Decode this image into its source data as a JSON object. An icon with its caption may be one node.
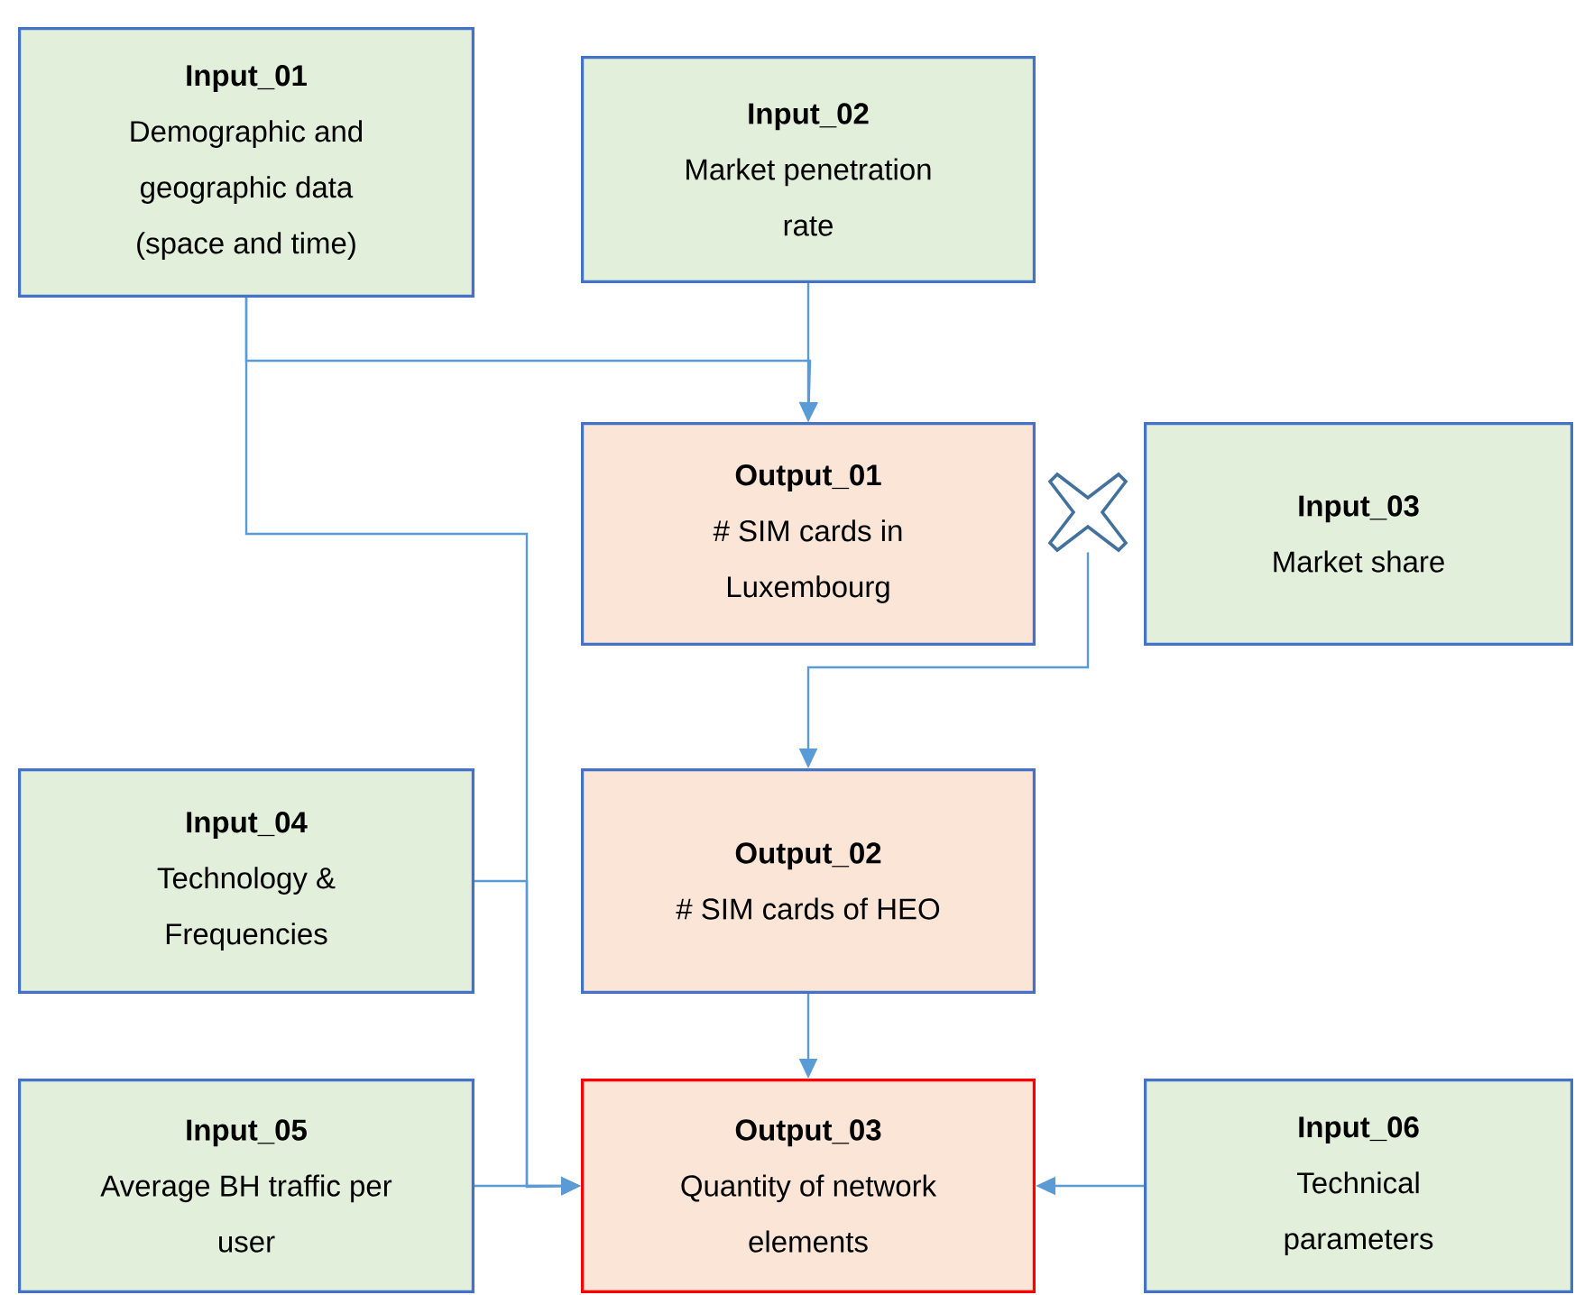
{
  "diagram": {
    "nodes": [
      {
        "text": [
          "Input_01",
          "Demographic and geographic data (space and time)"
        ]
      },
      {
        "text": [
          "Input_02",
          "Market penetration rate"
        ]
      },
      {
        "text": [
          "Output_01",
          "# SIM cards in Luxembourg"
        ]
      },
      {
        "text": [],
        "shape": "cross"
      },
      {
        "text": [
          "Input_03",
          "Market share"
        ]
      },
      {
        "text": [
          "Input_04",
          "Technology & Frequencies"
        ]
      },
      {
        "text": [
          "Output_02",
          "# SIM cards of HEO"
        ]
      },
      {
        "text": [
          "Input_05",
          "Average BH traffic per user"
        ]
      },
      {
        "text": [
          "Output_03",
          "Quantity of network elements"
        ]
      },
      {
        "text": [
          "Input_06",
          "Technical parameters"
        ]
      }
    ],
    "edges": [
      {
        "from": 0,
        "to": 2,
        "arrow": "to"
      },
      {
        "from": 1,
        "to": 2,
        "arrow": "to"
      },
      {
        "from": 0,
        "to": 8,
        "arrow": "to"
      },
      {
        "from": 5,
        "to": 8,
        "arrow": "to"
      },
      {
        "from": 7,
        "to": 8,
        "arrow": "to"
      },
      {
        "from": 3,
        "to": 6,
        "arrow": "to"
      },
      {
        "from": 6,
        "to": 8,
        "arrow": "to"
      },
      {
        "from": 9,
        "to": 8,
        "arrow": "to"
      }
    ]
  }
}
